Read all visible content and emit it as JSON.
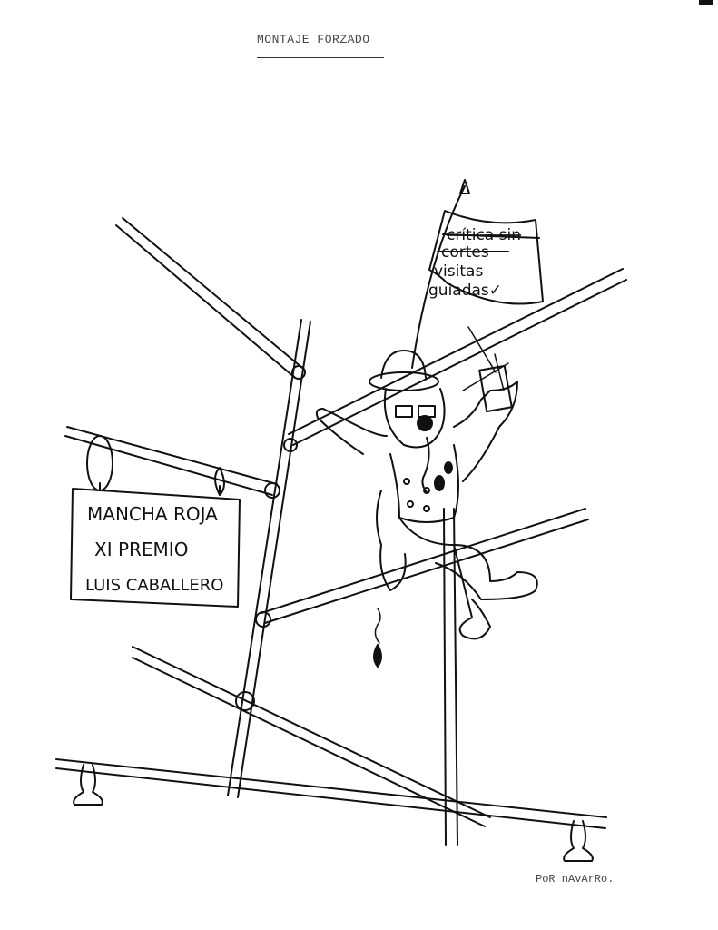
{
  "title": "MONTAJE FORZADO",
  "sign": {
    "line1": "MANCHA ROJA",
    "line2": "XI PREMIO",
    "line3": "LUIS CABALLERO"
  },
  "flag": {
    "struck_line1": "crítica sin",
    "struck_line2": "cortes",
    "line3": "visitas",
    "line4": "guiadas✓"
  },
  "signature": "PoR nAvArRo."
}
